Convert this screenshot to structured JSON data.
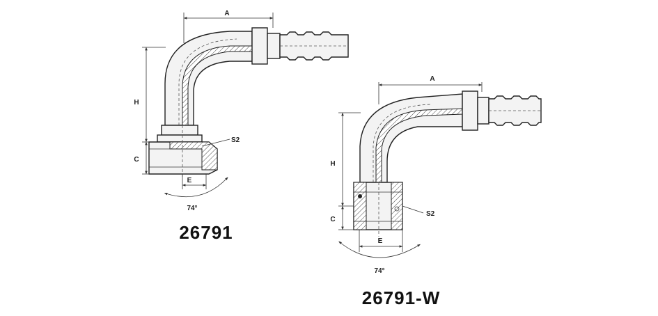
{
  "fittings": [
    {
      "part_number": "26791",
      "labels": {
        "a": "A",
        "h": "H",
        "c": "C",
        "e": "E",
        "s2": "S2",
        "angle": "74°"
      }
    },
    {
      "part_number": "26791-W",
      "labels": {
        "a": "A",
        "h": "H",
        "c": "C",
        "e": "E",
        "s2": "S2",
        "angle": "74°"
      }
    }
  ]
}
